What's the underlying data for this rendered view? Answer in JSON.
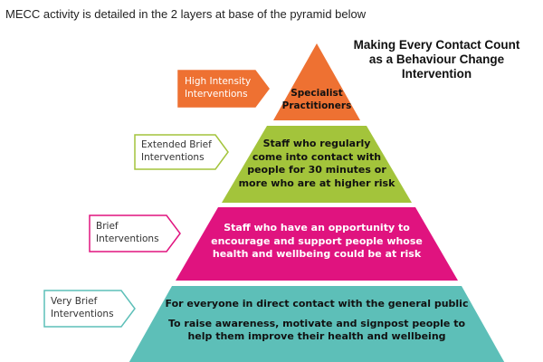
{
  "caption": "MECC activity is detailed in the 2 layers at base of the pyramid below",
  "title": [
    "Making Every Contact Count",
    "as a Behaviour Change",
    "Intervention"
  ],
  "levels": [
    {
      "tag": [
        "High Intensity",
        "Interventions"
      ],
      "text": [
        "Specialist",
        "Practitioners"
      ],
      "fill": "#ee7132",
      "tag_fill": "#ee7132",
      "tag_stroke": "#ee7132"
    },
    {
      "tag": [
        "Extended Brief",
        "Interventions"
      ],
      "text": [
        "Staff who regularly",
        "come into contact with",
        "people for 30 minutes or",
        "more who are at higher risk"
      ],
      "fill": "#a3c43b",
      "tag_fill": "#ffffff",
      "tag_stroke": "#a3c43b"
    },
    {
      "tag": [
        "Brief",
        "Interventions"
      ],
      "text": [
        "Staff who have an opportunity to",
        "encourage and support people whose",
        "health and wellbeing could be at risk"
      ],
      "fill": "#e0137f",
      "tag_fill": "#ffffff",
      "tag_stroke": "#e0137f"
    },
    {
      "tag": [
        "Very Brief",
        "Interventions"
      ],
      "text": [
        [
          "For everyone in direct contact with the general public"
        ],
        [
          "To raise awareness, motivate and signpost people to",
          "help them improve their health and wellbeing"
        ]
      ],
      "fill": "#5dbfb8",
      "tag_fill": "#ffffff",
      "tag_stroke": "#5dbfb8"
    }
  ]
}
